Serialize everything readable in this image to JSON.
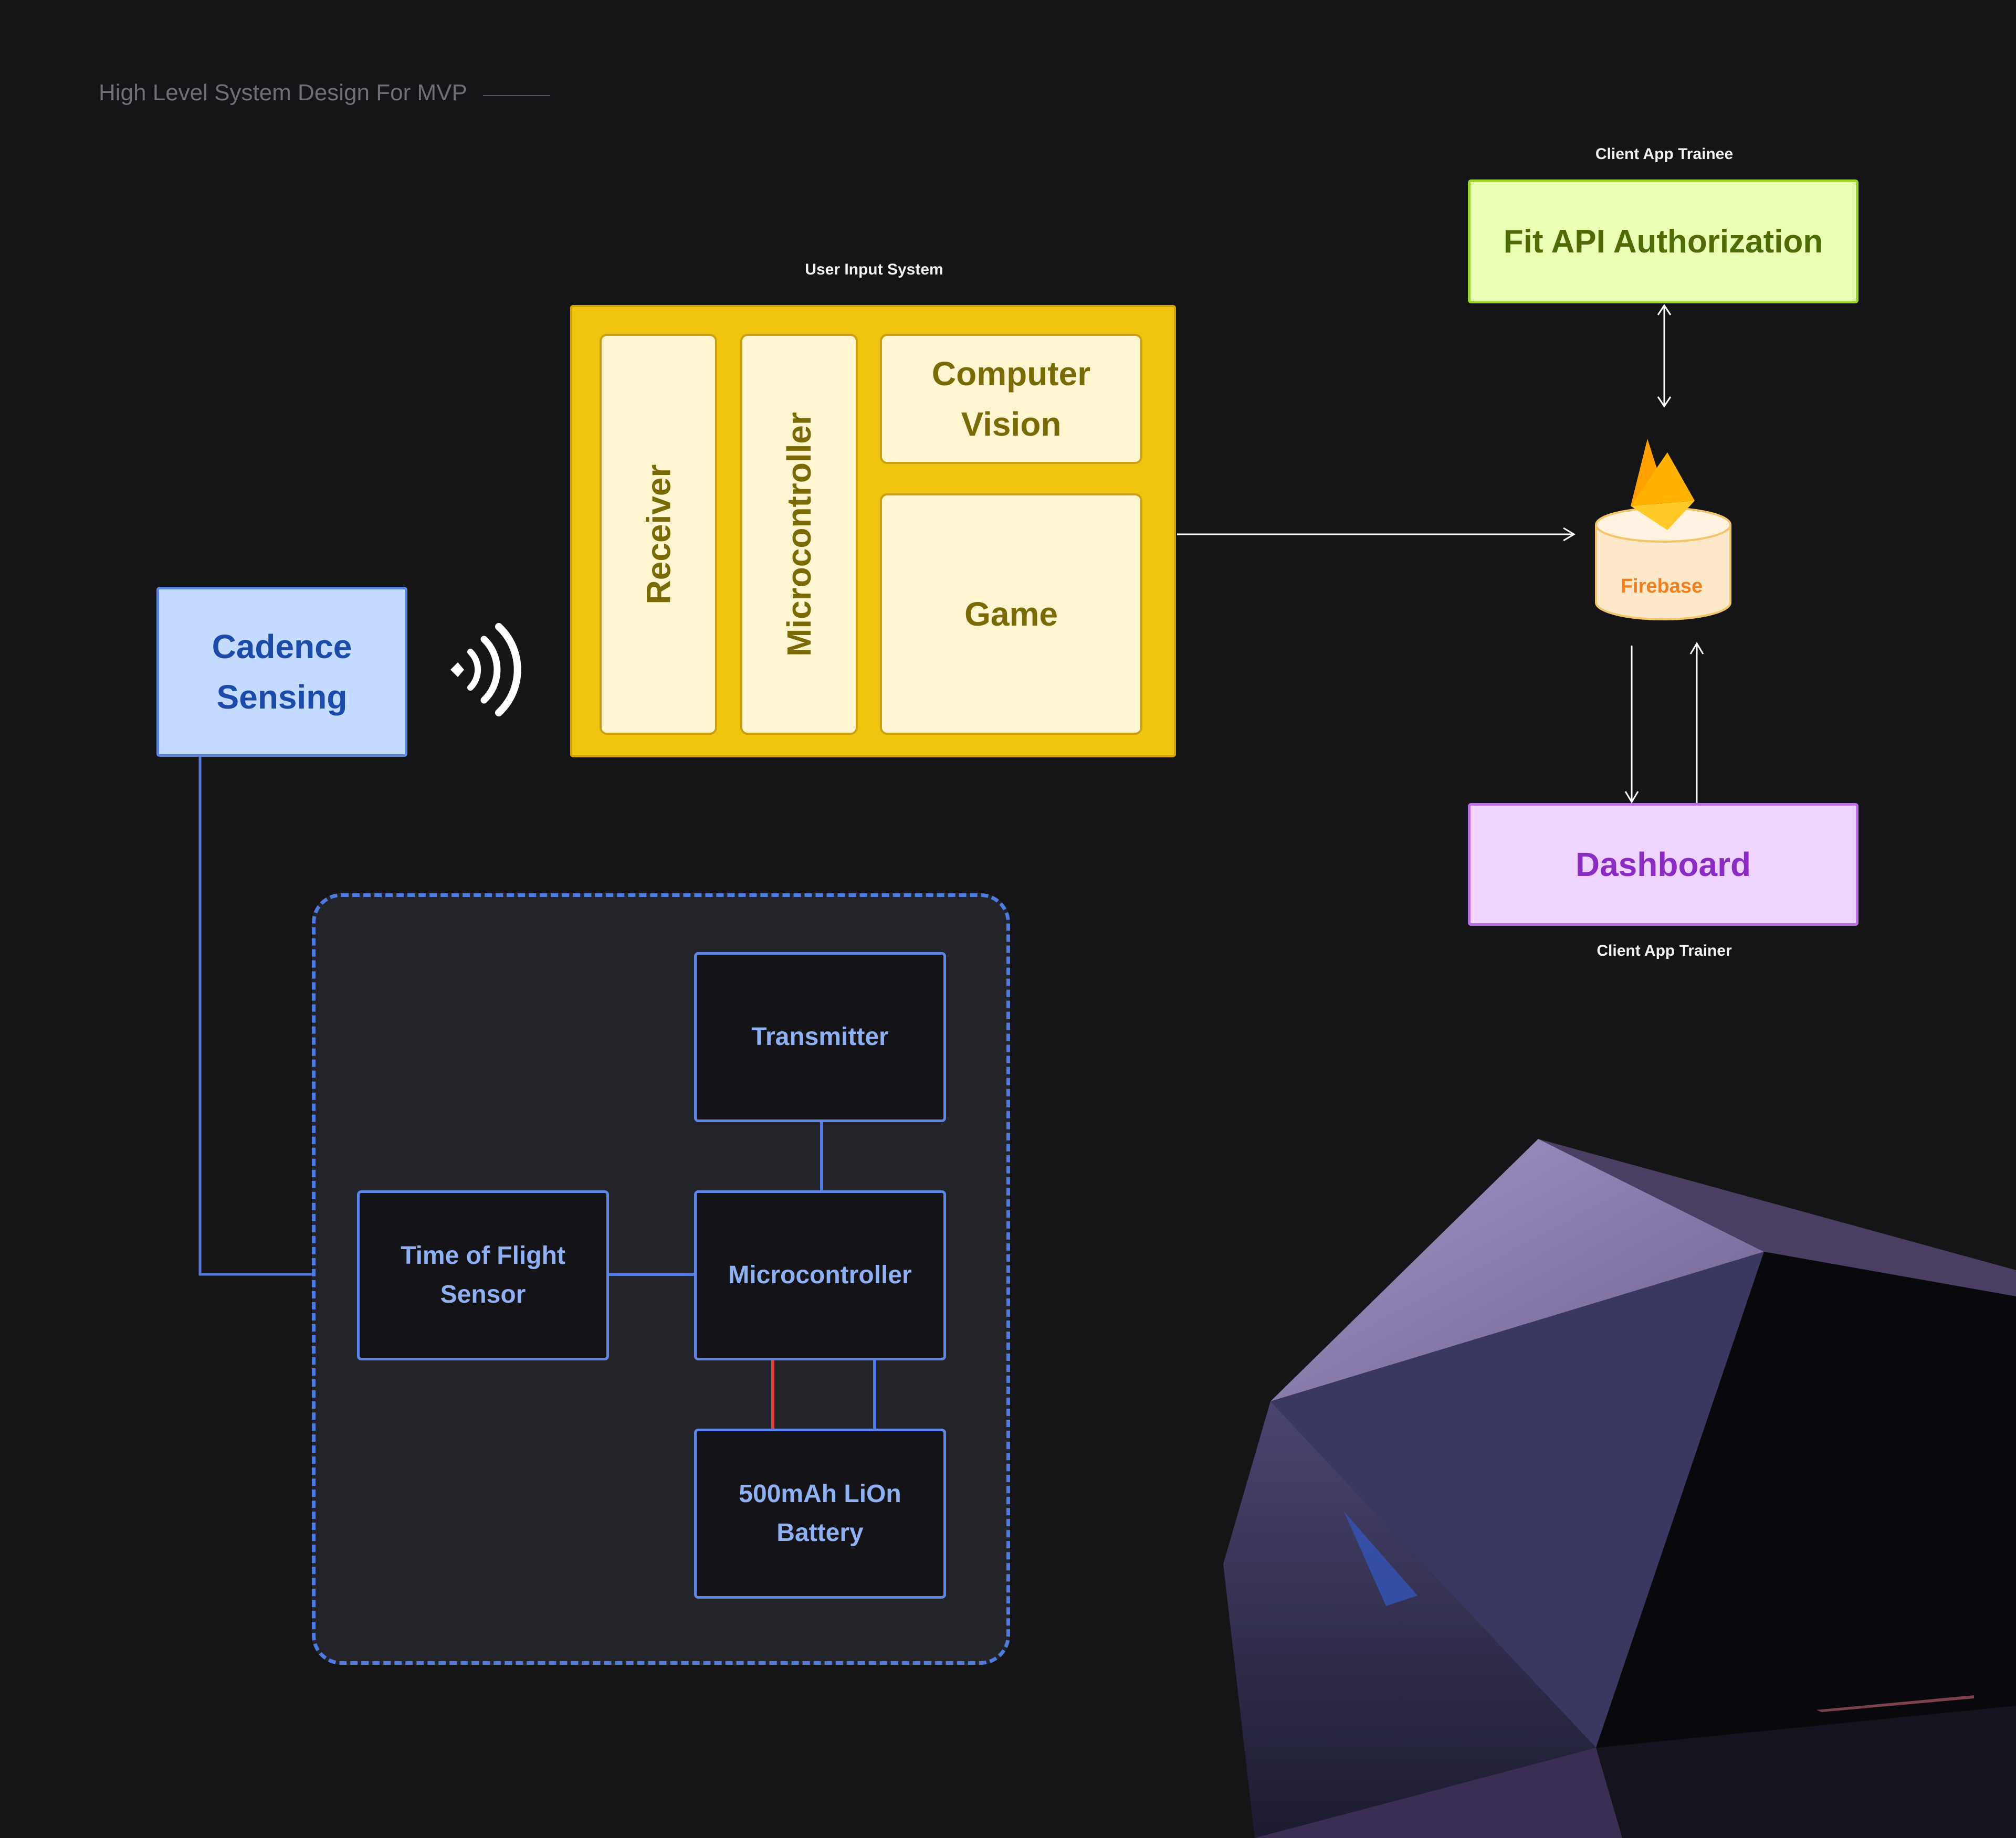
{
  "header": {
    "title": "High Level System Design For MVP"
  },
  "user_input_system": {
    "caption": "User Input System",
    "receiver": "Receiver",
    "microcontroller": "Microcontroller",
    "computer_vision_line1": "Computer",
    "computer_vision_line2": "Vision",
    "game": "Game"
  },
  "cadence_sensing": {
    "line1": "Cadence",
    "line2": "Sensing"
  },
  "client_app_trainee": {
    "caption": "Client App Trainee",
    "box": "Fit API Authorization"
  },
  "firebase": {
    "label": "Firebase"
  },
  "client_app_trainer": {
    "caption": "Client App Trainer",
    "box": "Dashboard"
  },
  "sensor_module": {
    "transmitter": "Transmitter",
    "tof_line1": "Time of Flight",
    "tof_line2": "Sensor",
    "microcontroller": "Microcontroller",
    "battery_line1": "500mAh LiOn",
    "battery_line2": "Battery"
  },
  "colors": {
    "background": "#151518",
    "uis_yellow": "#f1c40f",
    "cadence_blue": "#c4dbff",
    "fit_green": "#e8ffb4",
    "dashboard_purple": "#efd4ff",
    "module_border": "#4f7ae0",
    "power_wire_red": "#e04040",
    "firebase_orange": "#f0801e"
  },
  "icons": [
    "wireless-signal-icon",
    "firebase-flame-icon",
    "database-cylinder-icon",
    "polyhedron-decoration"
  ]
}
